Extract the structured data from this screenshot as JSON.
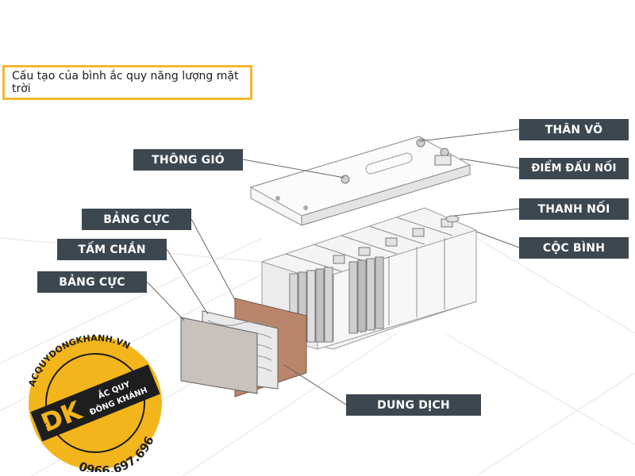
{
  "title": "Cấu tạo của bình ắc quy năng lượng mặt trời",
  "labels": {
    "than_vo": "THÂN VÕ",
    "diem_dau_noi": "ĐIỂM ĐẤU NỐI",
    "thanh_noi": "THANH NỐI",
    "coc_binh": "CỘC BÌNH",
    "thong_gio": "THÔNG GIÓ",
    "bang_cuc_top": "BẢNG CỰC",
    "tam_chan": "TẤM CHẮN",
    "bang_cuc_bottom": "BẢNG CỰC",
    "dung_dich": "DUNG DỊCH"
  },
  "logo": {
    "website": "ACQUYDONGKHANH.VN",
    "brand_line1": "ẮC QUY",
    "brand_line2": "ĐÔNG KHÁNH",
    "initials": "DK",
    "phone": "0966.697.696"
  },
  "colors": {
    "label_bg": "#3c4750",
    "title_border": "#f5b731",
    "logo_yellow": "#f2b51c",
    "logo_dark": "#1e1e1e"
  }
}
